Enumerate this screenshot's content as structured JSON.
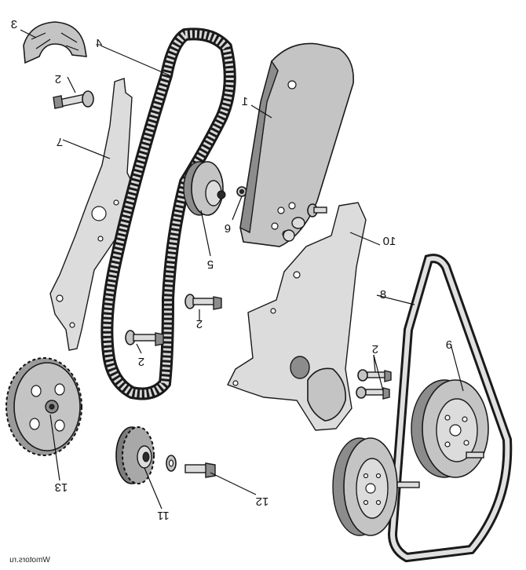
{
  "callouts": {
    "c1": "1",
    "c2a": "2",
    "c2b": "2",
    "c2c": "2",
    "c2d": "2",
    "c3": "3",
    "c4": "4",
    "c5": "5",
    "c6": "6",
    "c7": "7",
    "c8": "8",
    "c9": "9",
    "c10": "10",
    "c11": "11",
    "c12": "12",
    "c13": "13"
  },
  "watermark": "Wmotors.ru",
  "colors": {
    "line": "#111111",
    "part_fill": "#c4c4c4",
    "background": "#ffffff"
  }
}
